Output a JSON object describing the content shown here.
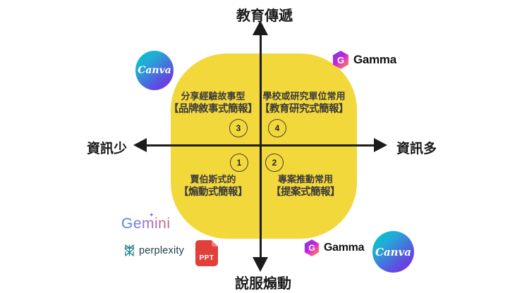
{
  "diagram": {
    "axes": {
      "top_label": "教育傳遞",
      "bottom_label": "說服煽動",
      "left_label": "資訊少",
      "right_label": "資訊多"
    },
    "quadrants": [
      {
        "position": "top-left",
        "line1": "分享經驗故事型",
        "line2": "【品牌敘事式簡報】",
        "number": "3"
      },
      {
        "position": "top-right",
        "line1": "學校或研究單位常用",
        "line2": "【教育研究式簡報】",
        "number": "4"
      },
      {
        "position": "bottom-left",
        "line1": "賈伯斯式的",
        "line2": "【煽動式簡報】",
        "number": "1"
      },
      {
        "position": "bottom-right",
        "line1": "專案推動常用",
        "line2": "【提案式簡報】",
        "number": "2"
      }
    ]
  },
  "logos": {
    "canva": {
      "label": "Canva"
    },
    "gamma": {
      "label": "Gamma",
      "icon_letter": "G"
    },
    "gemini": {
      "label": "Gemini",
      "sparkle_glyph": "✦"
    },
    "perplexity": {
      "label": "perplexity"
    },
    "ppt": {
      "label": "PPT"
    }
  },
  "colors": {
    "quadrant_fill": "#F3D83C",
    "axis_line": "#1B1B1B",
    "quadrant_text": "#3A3A3A",
    "canva_gradient_start": "#00C4CC",
    "canva_gradient_end": "#7D2AE8",
    "gamma_gradient_start": "#7C3AED",
    "gamma_gradient_end": "#F59E0B",
    "gemini_gradient_start": "#4285F4",
    "gemini_gradient_end": "#D96570",
    "perplexity_teal": "#20808D",
    "ppt_red": "#E13F3A"
  }
}
